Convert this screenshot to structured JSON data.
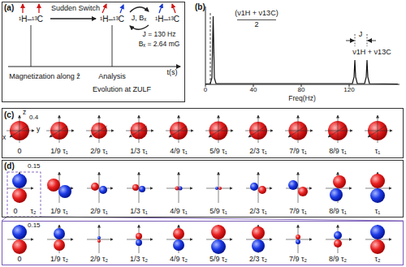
{
  "diagram": {
    "nodes": [
      {
        "text": [
          "(a)",
          "¹H–¹³C",
          "Sudden Switch",
          "¹H–¹³C",
          "J, Bₓ",
          "¹H–¹³C",
          "J = 130 Hz",
          "Bₓ = 2.64 mG",
          "Magnetization along ẑ",
          "Analysis",
          "Evolution at ZULF",
          "t(s)"
        ]
      },
      {
        "text": [
          "(c)",
          "z",
          "x",
          "y",
          "0.4",
          "0",
          "1/9 τ₁",
          "2/9 τ₁",
          "1/3 τ₁",
          "4/9 τ₁",
          "5/9 τ₁",
          "2/3 τ₁",
          "7/9 τ₁",
          "8/9 τ₁",
          "τ₁"
        ]
      },
      {
        "text": [
          "(d)",
          "0.15",
          "0",
          "τ₂",
          "1/9 τ₁",
          "2/9 τ₁",
          "1/3 τ₁",
          "4/9 τ₁",
          "5/9 τ₁",
          "2/3 τ₁",
          "7/9 τ₁",
          "8/9 τ₁",
          "τ₁"
        ]
      },
      {
        "text": [
          "0.15",
          "0",
          "1/9 τ₂",
          "2/9 τ₂",
          "1/3 τ₂",
          "4/9 τ₂",
          "5/9 τ₂",
          "2/3 τ₂",
          "7/9 τ₂",
          "8/9 τ₂",
          "τ₂"
        ]
      }
    ],
    "labels": [
      "(b)",
      "(ν1H + ν13C)",
      "2",
      "J",
      "ν1H + ν13C",
      "0",
      "40",
      "80",
      "120",
      "Freq(Hz)"
    ]
  }
}
